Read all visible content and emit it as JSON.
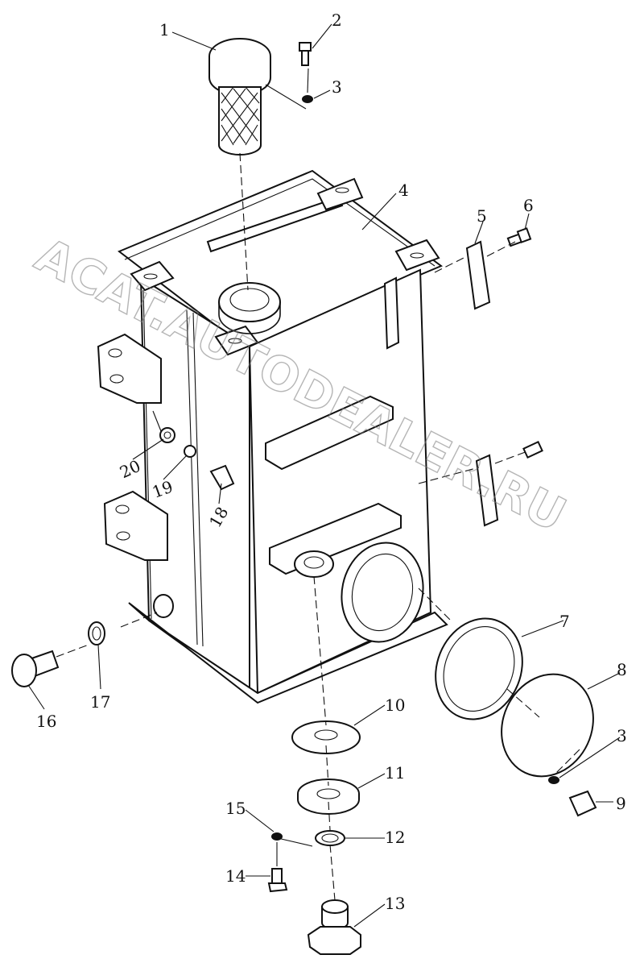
{
  "watermark": "ACAT.AUTODEALER.RU",
  "callouts": [
    "1",
    "2",
    "3",
    "4",
    "5",
    "6",
    "7",
    "8",
    "3",
    "9",
    "10",
    "11",
    "12",
    "13",
    "14",
    "15",
    "16",
    "17",
    "18",
    "19",
    "20"
  ]
}
